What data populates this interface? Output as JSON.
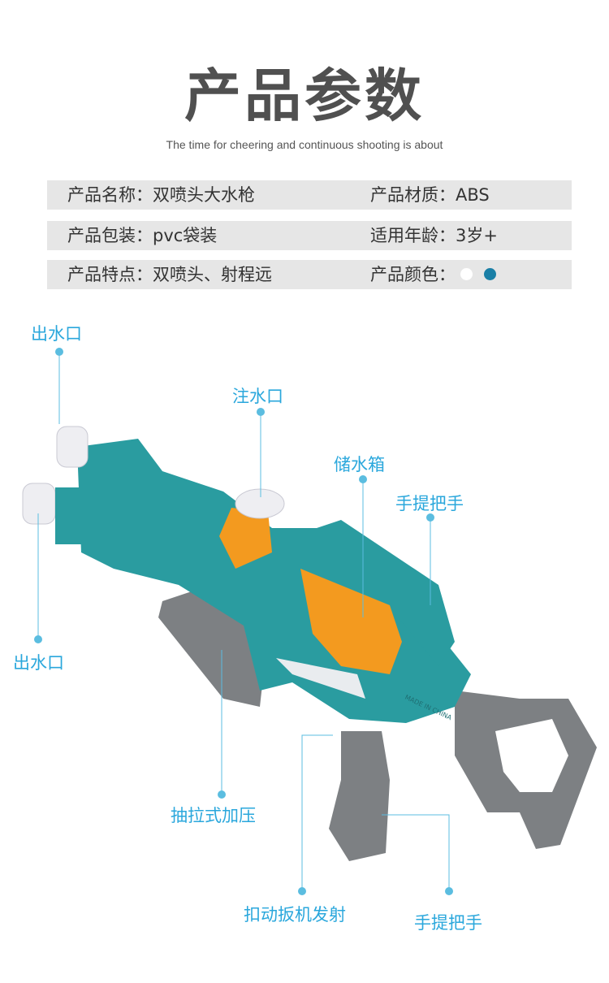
{
  "header": {
    "title": "产品参数",
    "subtitle": "The time for cheering and continuous shooting is about"
  },
  "params": [
    {
      "left": "产品名称：双喷头大水枪",
      "right": "产品材质：ABS"
    },
    {
      "left": "产品包装：pvc袋装",
      "right": "适用年龄：3岁+"
    },
    {
      "left": "产品特点：双喷头、射程远",
      "right": "产品颜色："
    }
  ],
  "colors": {
    "options": [
      "#ffffff",
      "#1a7fa6"
    ],
    "label": "#2aa7dc",
    "dot": "#5bbde0",
    "gun_body": "#2a9ca0",
    "gun_tank": "#f39a1f",
    "gun_grip": "#7d8083"
  },
  "callouts": {
    "outlet_top": "出水口",
    "fill_port": "注水口",
    "tank": "储水箱",
    "handle_top": "手提把手",
    "outlet_bottom": "出水口",
    "pump": "抽拉式加压",
    "trigger": "扣动扳机发射",
    "handle_bottom": "手提把手"
  },
  "product_marking": "MADE IN CHINA"
}
